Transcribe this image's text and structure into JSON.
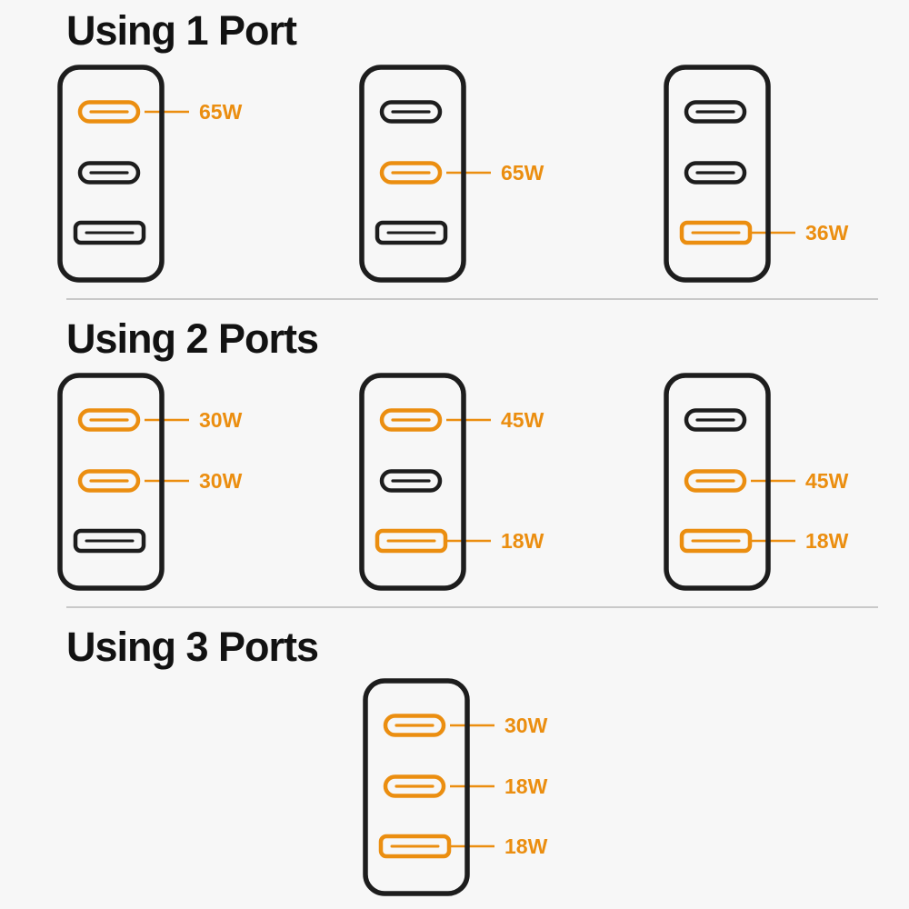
{
  "page": {
    "background": "#F7F7F7",
    "accent_orange": "#EB8E10",
    "outline_black": "#1D1D1D",
    "title_color": "#121212",
    "divider_color": "#C9C9C9"
  },
  "sections": [
    {
      "title": "Using 1 Port",
      "chargers": [
        {
          "ports": [
            {
              "type": "usb-c",
              "active": true,
              "label": "65W"
            },
            {
              "type": "usb-c",
              "active": false,
              "label": ""
            },
            {
              "type": "usb-a",
              "active": false,
              "label": ""
            }
          ]
        },
        {
          "ports": [
            {
              "type": "usb-c",
              "active": false,
              "label": ""
            },
            {
              "type": "usb-c",
              "active": true,
              "label": "65W"
            },
            {
              "type": "usb-a",
              "active": false,
              "label": ""
            }
          ]
        },
        {
          "ports": [
            {
              "type": "usb-c",
              "active": false,
              "label": ""
            },
            {
              "type": "usb-c",
              "active": false,
              "label": ""
            },
            {
              "type": "usb-a",
              "active": true,
              "label": "36W"
            }
          ]
        }
      ]
    },
    {
      "title": "Using 2 Ports",
      "chargers": [
        {
          "ports": [
            {
              "type": "usb-c",
              "active": true,
              "label": "30W"
            },
            {
              "type": "usb-c",
              "active": true,
              "label": "30W"
            },
            {
              "type": "usb-a",
              "active": false,
              "label": ""
            }
          ]
        },
        {
          "ports": [
            {
              "type": "usb-c",
              "active": true,
              "label": "45W"
            },
            {
              "type": "usb-c",
              "active": false,
              "label": ""
            },
            {
              "type": "usb-a",
              "active": true,
              "label": "18W"
            }
          ]
        },
        {
          "ports": [
            {
              "type": "usb-c",
              "active": false,
              "label": ""
            },
            {
              "type": "usb-c",
              "active": true,
              "label": "45W"
            },
            {
              "type": "usb-a",
              "active": true,
              "label": "18W"
            }
          ]
        }
      ]
    },
    {
      "title": "Using 3 Ports",
      "chargers": [
        {
          "ports": [
            {
              "type": "usb-c",
              "active": true,
              "label": "30W"
            },
            {
              "type": "usb-c",
              "active": true,
              "label": "18W"
            },
            {
              "type": "usb-a",
              "active": true,
              "label": "18W"
            }
          ]
        }
      ]
    }
  ]
}
